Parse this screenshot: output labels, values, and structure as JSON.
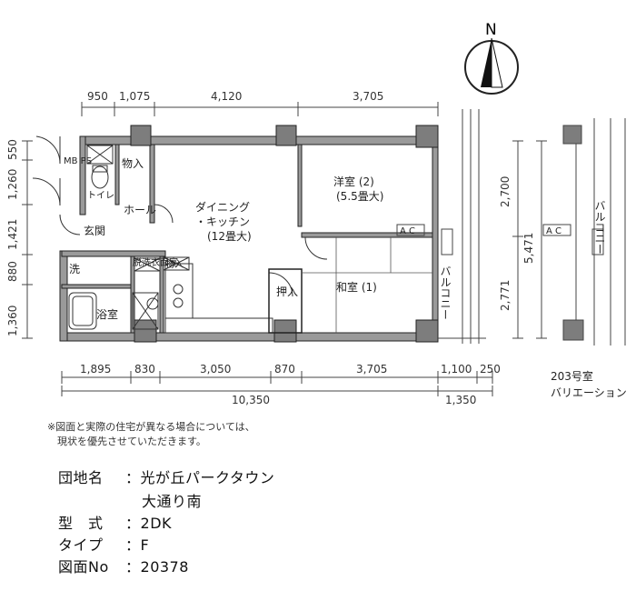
{
  "compass": {
    "label": "N"
  },
  "dims_top": [
    "950",
    "1,075",
    "4,120",
    "3,705"
  ],
  "dims_left": [
    "550",
    "1,260",
    "1,421",
    "880",
    "1,360"
  ],
  "dims_right": [
    "2,700",
    "2,771",
    "5,471"
  ],
  "dims_bottom": [
    "1,895",
    "830",
    "3,050",
    "870",
    "3,705",
    "1,100",
    "250"
  ],
  "dims_total": [
    "10,350",
    "1,350"
  ],
  "rooms": {
    "mbps": "MB PS",
    "storage1": "物入",
    "toilet": "トイレ",
    "hall": "ホール",
    "entrance": "玄関",
    "wash": "洗",
    "washroom": "脱洗衣面室",
    "storage2": "物入",
    "bath": "浴室",
    "dk_name": "ダイニング",
    "dk_name2": "・キッチン",
    "dk_size": "(12畳大)",
    "yoshitsu": "洋室 (2)",
    "yoshitsu_size": "(5.5畳大)",
    "washitsu": "和室 (1)",
    "oshiire": "押入",
    "balcony": "バルコニー",
    "ac": "A C"
  },
  "variation": {
    "line1": "203号室",
    "line2": "バリエーション",
    "balcony": "バルコニー"
  },
  "note": {
    "line1": "※図面と実際の住宅が異なる場合については、",
    "line2": "　現状を優先させていただきます。"
  },
  "info": [
    {
      "label": "団地名",
      "value": "光が丘パークタウン"
    },
    {
      "label": "",
      "value": "大通り南"
    },
    {
      "label": "型　式",
      "value": "2DK"
    },
    {
      "label": "タイプ",
      "value": "F"
    },
    {
      "label": "図面No",
      "value": "20378"
    }
  ]
}
